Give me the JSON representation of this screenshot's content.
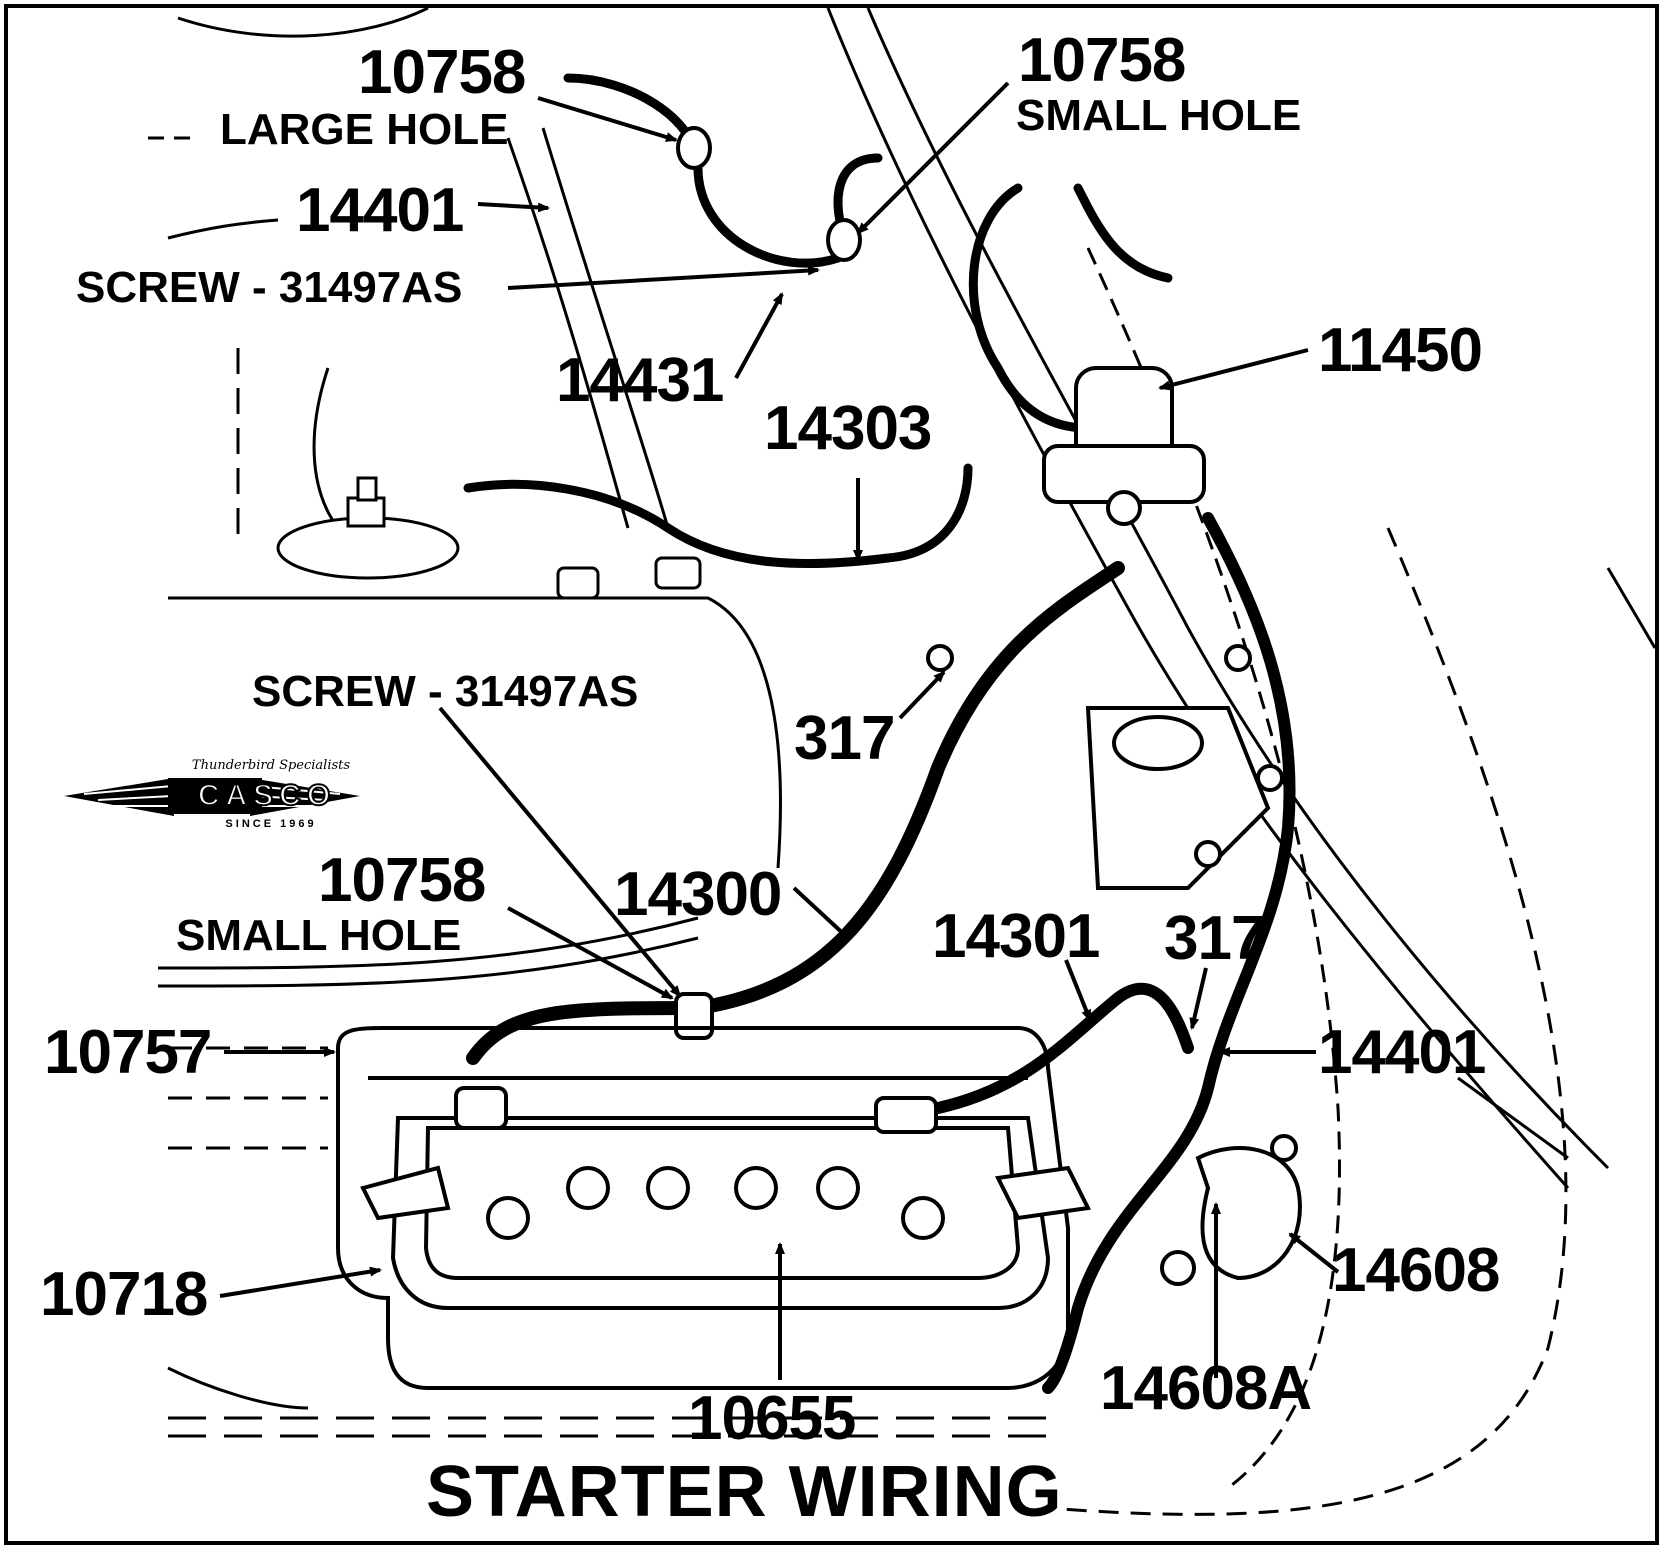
{
  "diagram": {
    "title": "STARTER WIRING",
    "callouts": {
      "p10758_large_num": "10758",
      "p10758_large_note": "LARGE HOLE",
      "p10758_small_top_num": "10758",
      "p10758_small_top_note": "SMALL HOLE",
      "p14401_top": "14401",
      "screw_top": "SCREW - 31497AS",
      "p14431": "14431",
      "p11450": "11450",
      "p14303": "14303",
      "screw_mid": "SCREW - 31497AS",
      "p317_upper": "317",
      "p10758_small_bottom_num": "10758",
      "p10758_small_bottom_note": "SMALL HOLE",
      "p14300": "14300",
      "p14301": "14301",
      "p317_lower": "317",
      "p10757": "10757",
      "p14401_right": "14401",
      "p10718": "10718",
      "p14608": "14608",
      "p14608a": "14608A",
      "p10655": "10655"
    }
  },
  "logo": {
    "tagline": "Thunderbird Specialists",
    "word": "CASCO",
    "since": "SINCE 1969"
  }
}
